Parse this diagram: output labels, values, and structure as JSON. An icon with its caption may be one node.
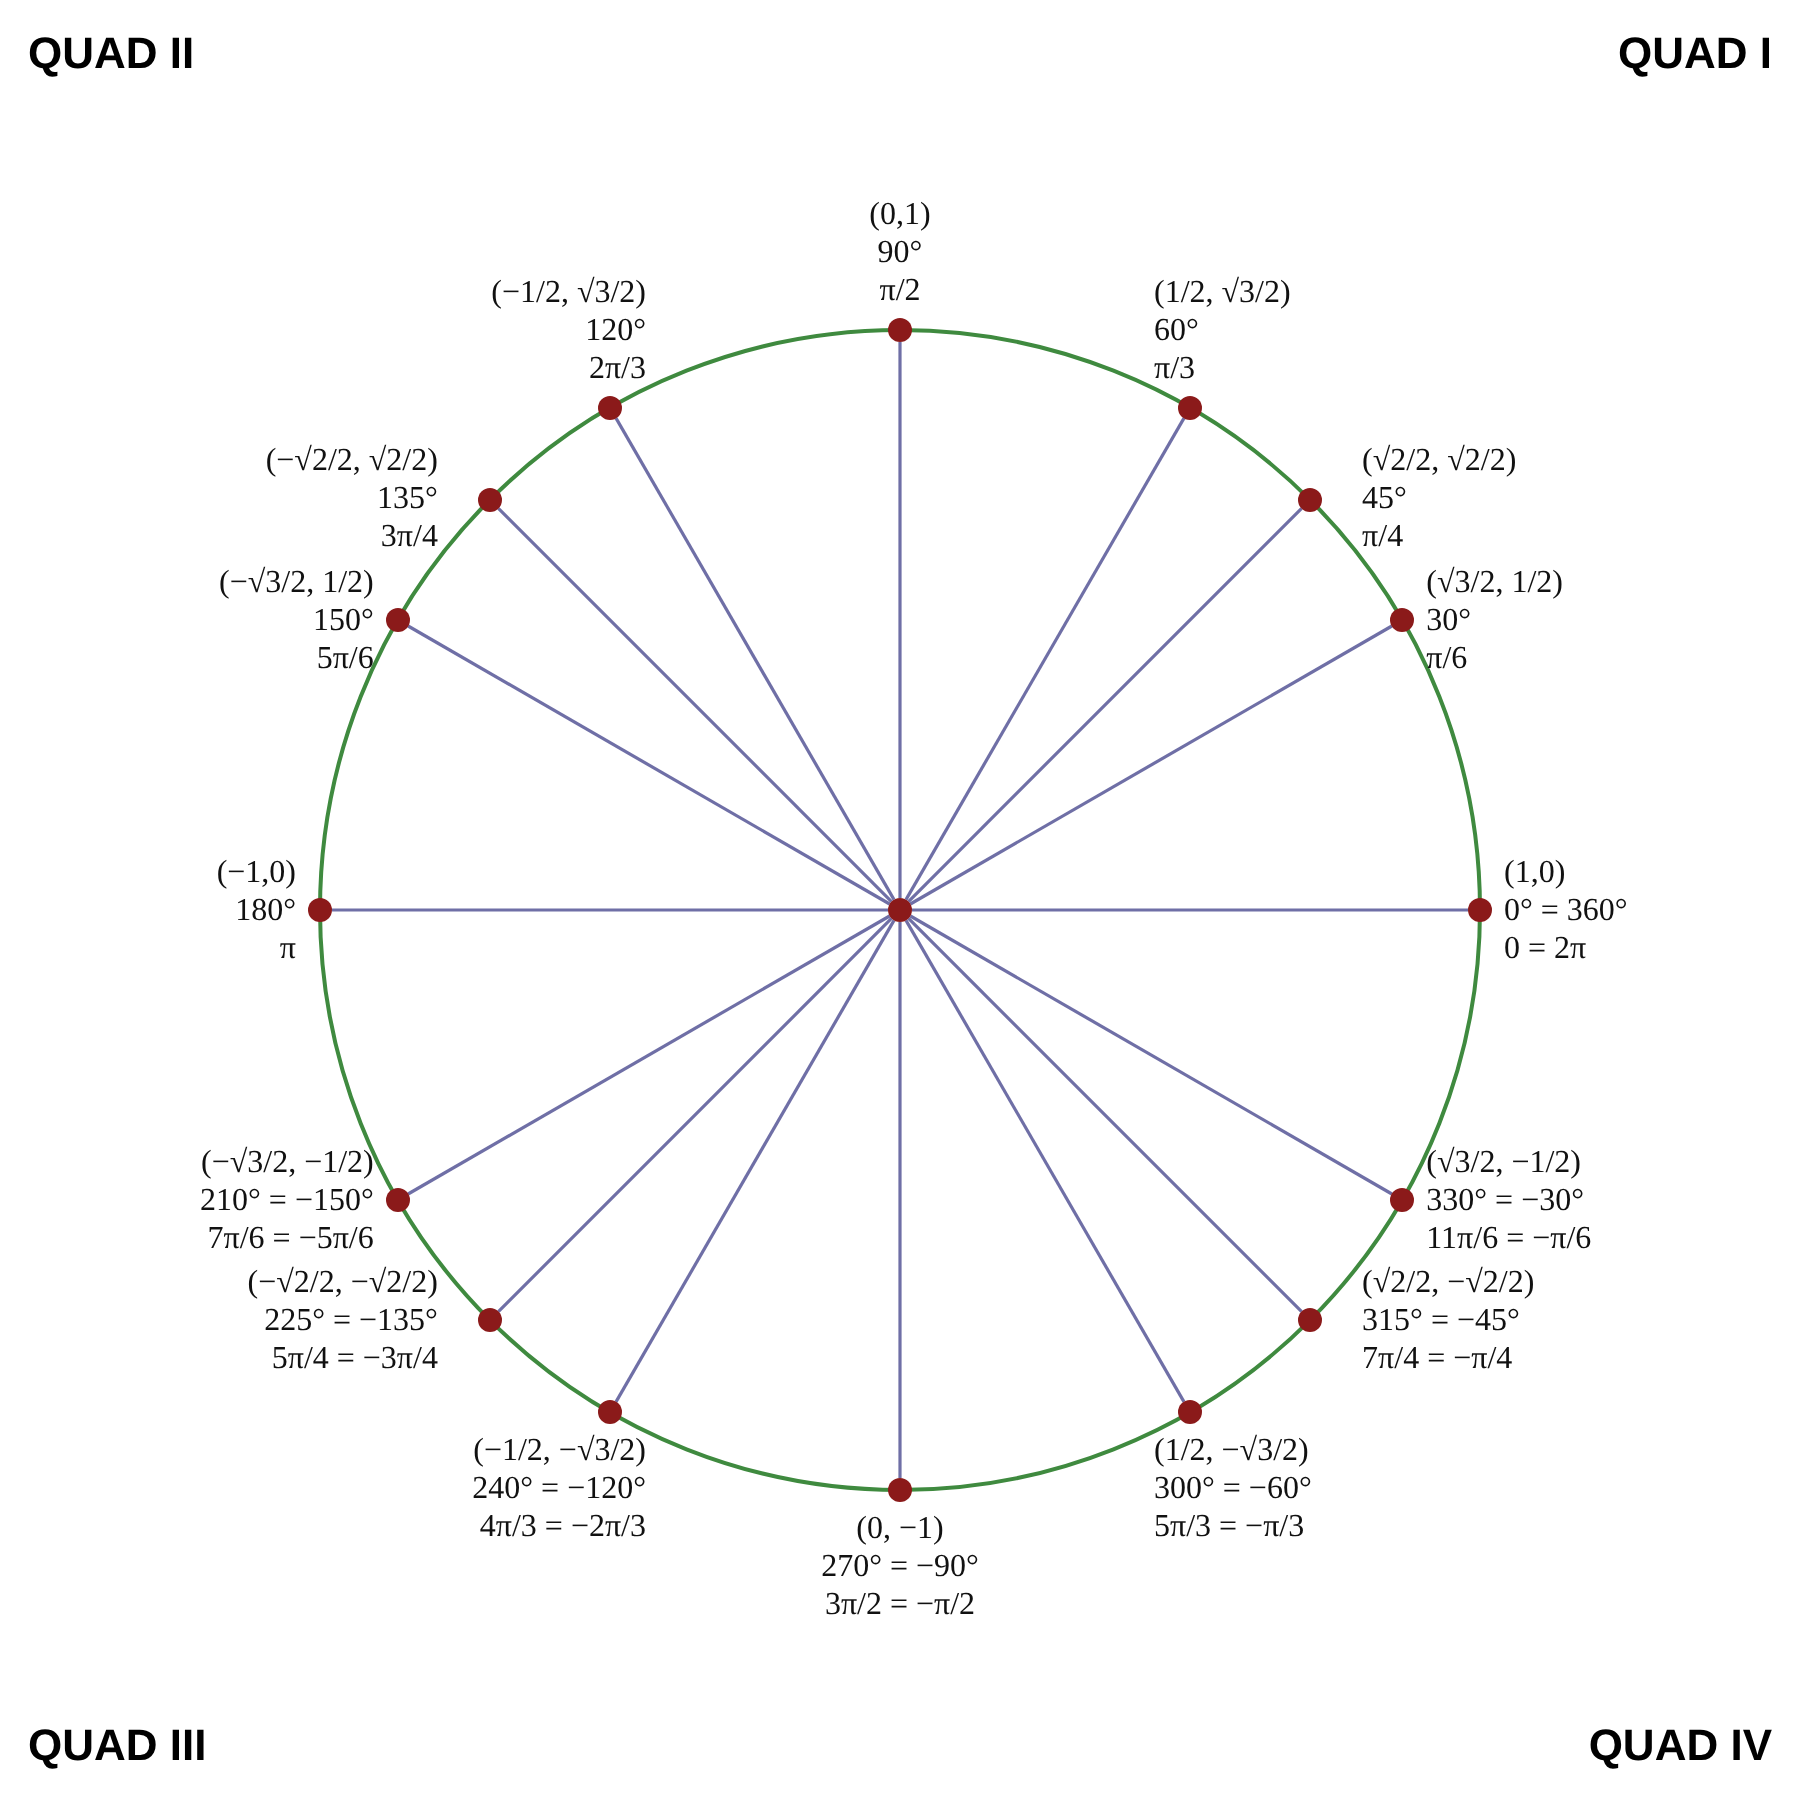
{
  "diagram": {
    "nodes": [
      {
        "text": [],
        "shape": "circle",
        "beside": [
          "(0,1)",
          "90°",
          "π/2"
        ]
      },
      {
        "text": [],
        "shape": "circle",
        "beside": [
          "(−1/2, √3/2)",
          "120°",
          "2π/3"
        ]
      },
      {
        "text": [],
        "shape": "circle",
        "beside": [
          "(1/2, √3/2)",
          "60°",
          "π/3"
        ]
      },
      {
        "text": [],
        "shape": "circle",
        "beside": [
          "(−√2/2, √2/2)",
          "135°",
          "3π/4"
        ]
      },
      {
        "text": [],
        "shape": "circle",
        "beside": [
          "(√2/2, √2/2)",
          "45°",
          "π/4"
        ]
      },
      {
        "text": [],
        "shape": "circle",
        "beside": [
          "(−√3/2, 1/2)",
          "150°",
          "5π/6"
        ]
      },
      {
        "text": [],
        "shape": "circle",
        "beside": [
          "(√3/2, 1/2)",
          "30°",
          "π/6"
        ]
      },
      {
        "text": [],
        "shape": "circle",
        "beside": [
          "(−1,0)",
          "180°",
          "π"
        ]
      },
      {
        "text": [],
        "shape": "circle"
      },
      {
        "text": [],
        "shape": "circle",
        "beside": [
          "(1,0)",
          "0° = 360°",
          "0 = 2π"
        ]
      },
      {
        "text": [],
        "shape": "circle",
        "beside": [
          "(−√3/2, −1/2)",
          "210° = −150°",
          "7π/6 = −5π/6"
        ]
      },
      {
        "text": [],
        "shape": "circle",
        "beside": [
          "(√3/2, −1/2)",
          "330° = −30°",
          "11π/6 = −π/6"
        ]
      },
      {
        "text": [],
        "shape": "circle",
        "beside": [
          "(−√2/2, −√2/2)",
          "225° = −135°",
          "5π/4 = −3π/4"
        ]
      },
      {
        "text": [],
        "shape": "circle",
        "beside": [
          "(√2/2, −√2/2)",
          "315° = −45°",
          "7π/4 = −π/4"
        ]
      },
      {
        "text": [],
        "shape": "circle",
        "beside": [
          "(−1/2, −√3/2)",
          "240° = −120°",
          "4π/3 = −2π/3"
        ]
      },
      {
        "text": [],
        "shape": "circle",
        "beside": [
          "(0, −1)",
          "270° = −90°",
          "3π/2 = −π/2"
        ]
      },
      {
        "text": [],
        "shape": "circle",
        "beside": [
          "(1/2, −√3/2)",
          "300° = −60°",
          "5π/3 = −π/3"
        ]
      }
    ],
    "edges": [
      {
        "from": 8,
        "to": 0,
        "arrow": "none"
      },
      {
        "from": 8,
        "to": 1,
        "arrow": "none"
      },
      {
        "from": 8,
        "to": 2,
        "arrow": "none"
      },
      {
        "from": 8,
        "to": 3,
        "arrow": "none"
      },
      {
        "from": 8,
        "to": 4,
        "arrow": "none"
      },
      {
        "from": 8,
        "to": 5,
        "arrow": "none"
      },
      {
        "from": 8,
        "to": 6,
        "arrow": "none"
      },
      {
        "from": 8,
        "to": 7,
        "arrow": "none"
      },
      {
        "from": 8,
        "to": 9,
        "arrow": "none"
      },
      {
        "from": 8,
        "to": 10,
        "arrow": "none"
      },
      {
        "from": 8,
        "to": 11,
        "arrow": "none"
      },
      {
        "from": 8,
        "to": 12,
        "arrow": "none"
      },
      {
        "from": 8,
        "to": 13,
        "arrow": "none"
      },
      {
        "from": 8,
        "to": 14,
        "arrow": "none"
      },
      {
        "from": 8,
        "to": 15,
        "arrow": "none"
      },
      {
        "from": 8,
        "to": 16,
        "arrow": "none"
      }
    ],
    "labels": [
      "QUAD II",
      "QUAD I",
      "QUAD III",
      "QUAD IV"
    ]
  }
}
